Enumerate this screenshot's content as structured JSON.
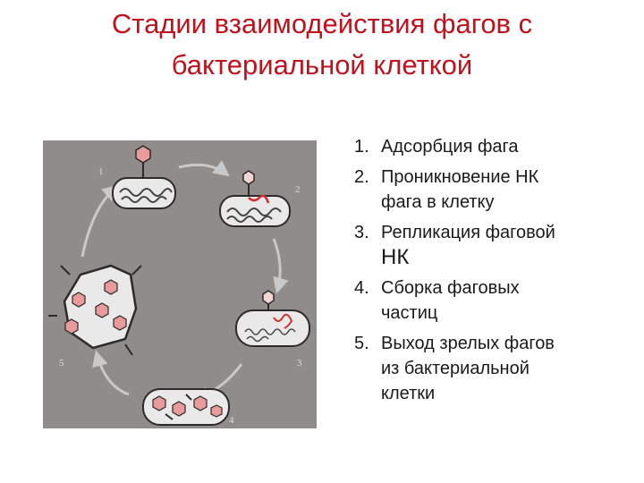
{
  "slide": {
    "title_line1": "Стадии взаимодействия фагов с",
    "title_line2": "бактериальной клеткой"
  },
  "diagram": {
    "stage_numbers": [
      "1",
      "2",
      "3",
      "4",
      "5"
    ],
    "colors": {
      "background": "#8f8c89",
      "cell": "#e9e9e9",
      "outline": "#2b2b2b",
      "phage_head": "#e99a9a",
      "nucleic_acid": "#d03030",
      "arrow": "#c9c9c9"
    }
  },
  "steps": [
    {
      "num": "1.",
      "line1": "Адсорбция фага"
    },
    {
      "num": "2.",
      "line1": "Проникновение  НК",
      "line2": "фага в клетку"
    },
    {
      "num": "3.",
      "line1": "Репликация фаговой",
      "line2": "НК"
    },
    {
      "num": "4.",
      "line1": "Сборка фаговых",
      "line2": "частиц"
    },
    {
      "num": "5.",
      "line1": "Выход зрелых фагов",
      "line2": "из бактериальной",
      "line3": "клетки"
    }
  ]
}
